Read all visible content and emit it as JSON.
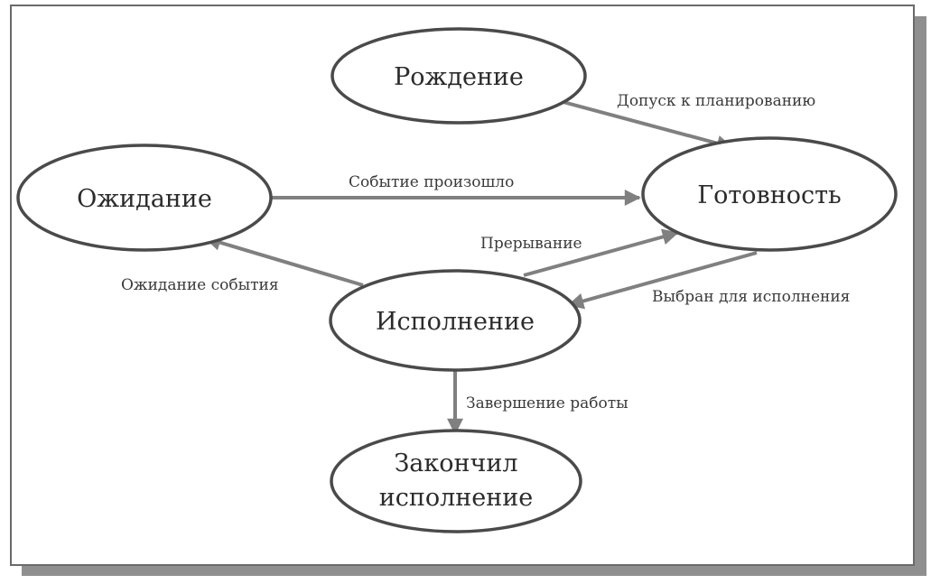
{
  "diagram": {
    "nodes": {
      "birth": "Рождение",
      "ready": "Готовность",
      "waiting": "Ожидание",
      "running": "Исполнение",
      "finished_line1": "Закончил",
      "finished_line2": "исполнение"
    },
    "edges": {
      "birth_to_ready": "Допуск к планированию",
      "waiting_to_ready": "Событие произошло",
      "running_to_ready": "Прерывание",
      "ready_to_running": "Выбран для исполнения",
      "running_to_waiting": "Ожидание события",
      "running_to_finished": "Завершение работы"
    }
  }
}
